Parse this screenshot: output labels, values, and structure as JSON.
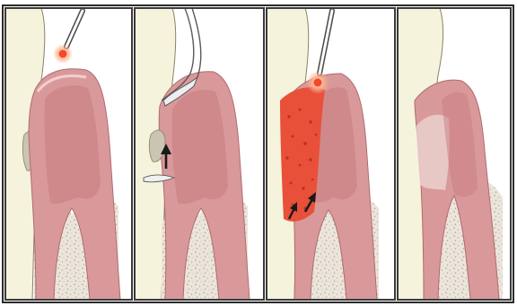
{
  "figure": {
    "panels": [
      {
        "id": "panel-1",
        "instrument": "laser-probe-icon",
        "marks": [
          "laser-tip-spot"
        ]
      },
      {
        "id": "panel-2",
        "instrument": "curette-icon",
        "marks": [
          "up-arrow-icon"
        ]
      },
      {
        "id": "panel-3",
        "instrument": "laser-probe-icon",
        "marks": [
          "laser-tip-spot",
          "clot-area",
          "up-arrow-icon",
          "up-arrow-icon"
        ]
      },
      {
        "id": "panel-4",
        "instrument": "",
        "marks": [
          "healed-tissue"
        ]
      }
    ],
    "colors": {
      "gingiva": "#d9999a",
      "gingiva_inner": "#c97c80",
      "bone": "#ece5db",
      "bone_dots": "#b8ab9a",
      "tooth": "#f6f3dc",
      "tooth_outline": "#8a8168",
      "calculus": "#c9c5b2",
      "clot": "#e8503a",
      "laser_spot": "#f04a2a",
      "laser_glow": "#ffb08a",
      "border": "#3a3a3a",
      "arrow": "#1a1a1a",
      "probe": "#ffffff"
    }
  }
}
